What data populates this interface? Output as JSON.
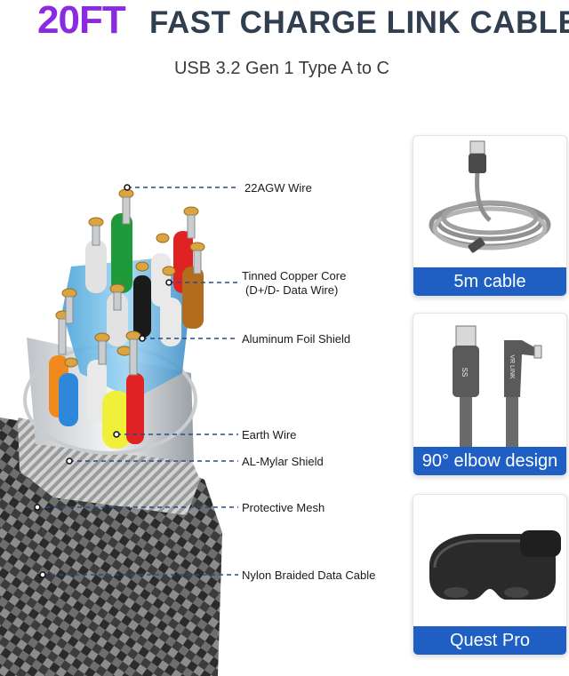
{
  "header": {
    "accent_text": "20FT",
    "title_text": "FAST CHARGE LINK CABLE",
    "subtitle": "USB 3.2 Gen 1 Type A to C",
    "accent_color": "#8a2be2",
    "title_color": "#2f3f4f"
  },
  "callouts": [
    {
      "label": "22AGW Wire"
    },
    {
      "label": "Tinned Copper Core",
      "sublabel": "(D+/D- Data Wire)"
    },
    {
      "label": "Aluminum Foil Shield"
    },
    {
      "label": "Earth Wire"
    },
    {
      "label": "AL-Mylar Shield"
    },
    {
      "label": "Protective Mesh"
    },
    {
      "label": "Nylon Braided Data Cable"
    }
  ],
  "cards": [
    {
      "caption": "5m cable",
      "image": "coiled-braided-cable"
    },
    {
      "caption": "90° elbow design",
      "image": "usb-a-and-elbow-type-c-connectors",
      "connector_text": [
        "SS",
        "VR LINK"
      ]
    },
    {
      "caption": "Quest Pro",
      "image": "vr-headset"
    }
  ],
  "colors": {
    "card_bar": "#1f5fc4"
  }
}
